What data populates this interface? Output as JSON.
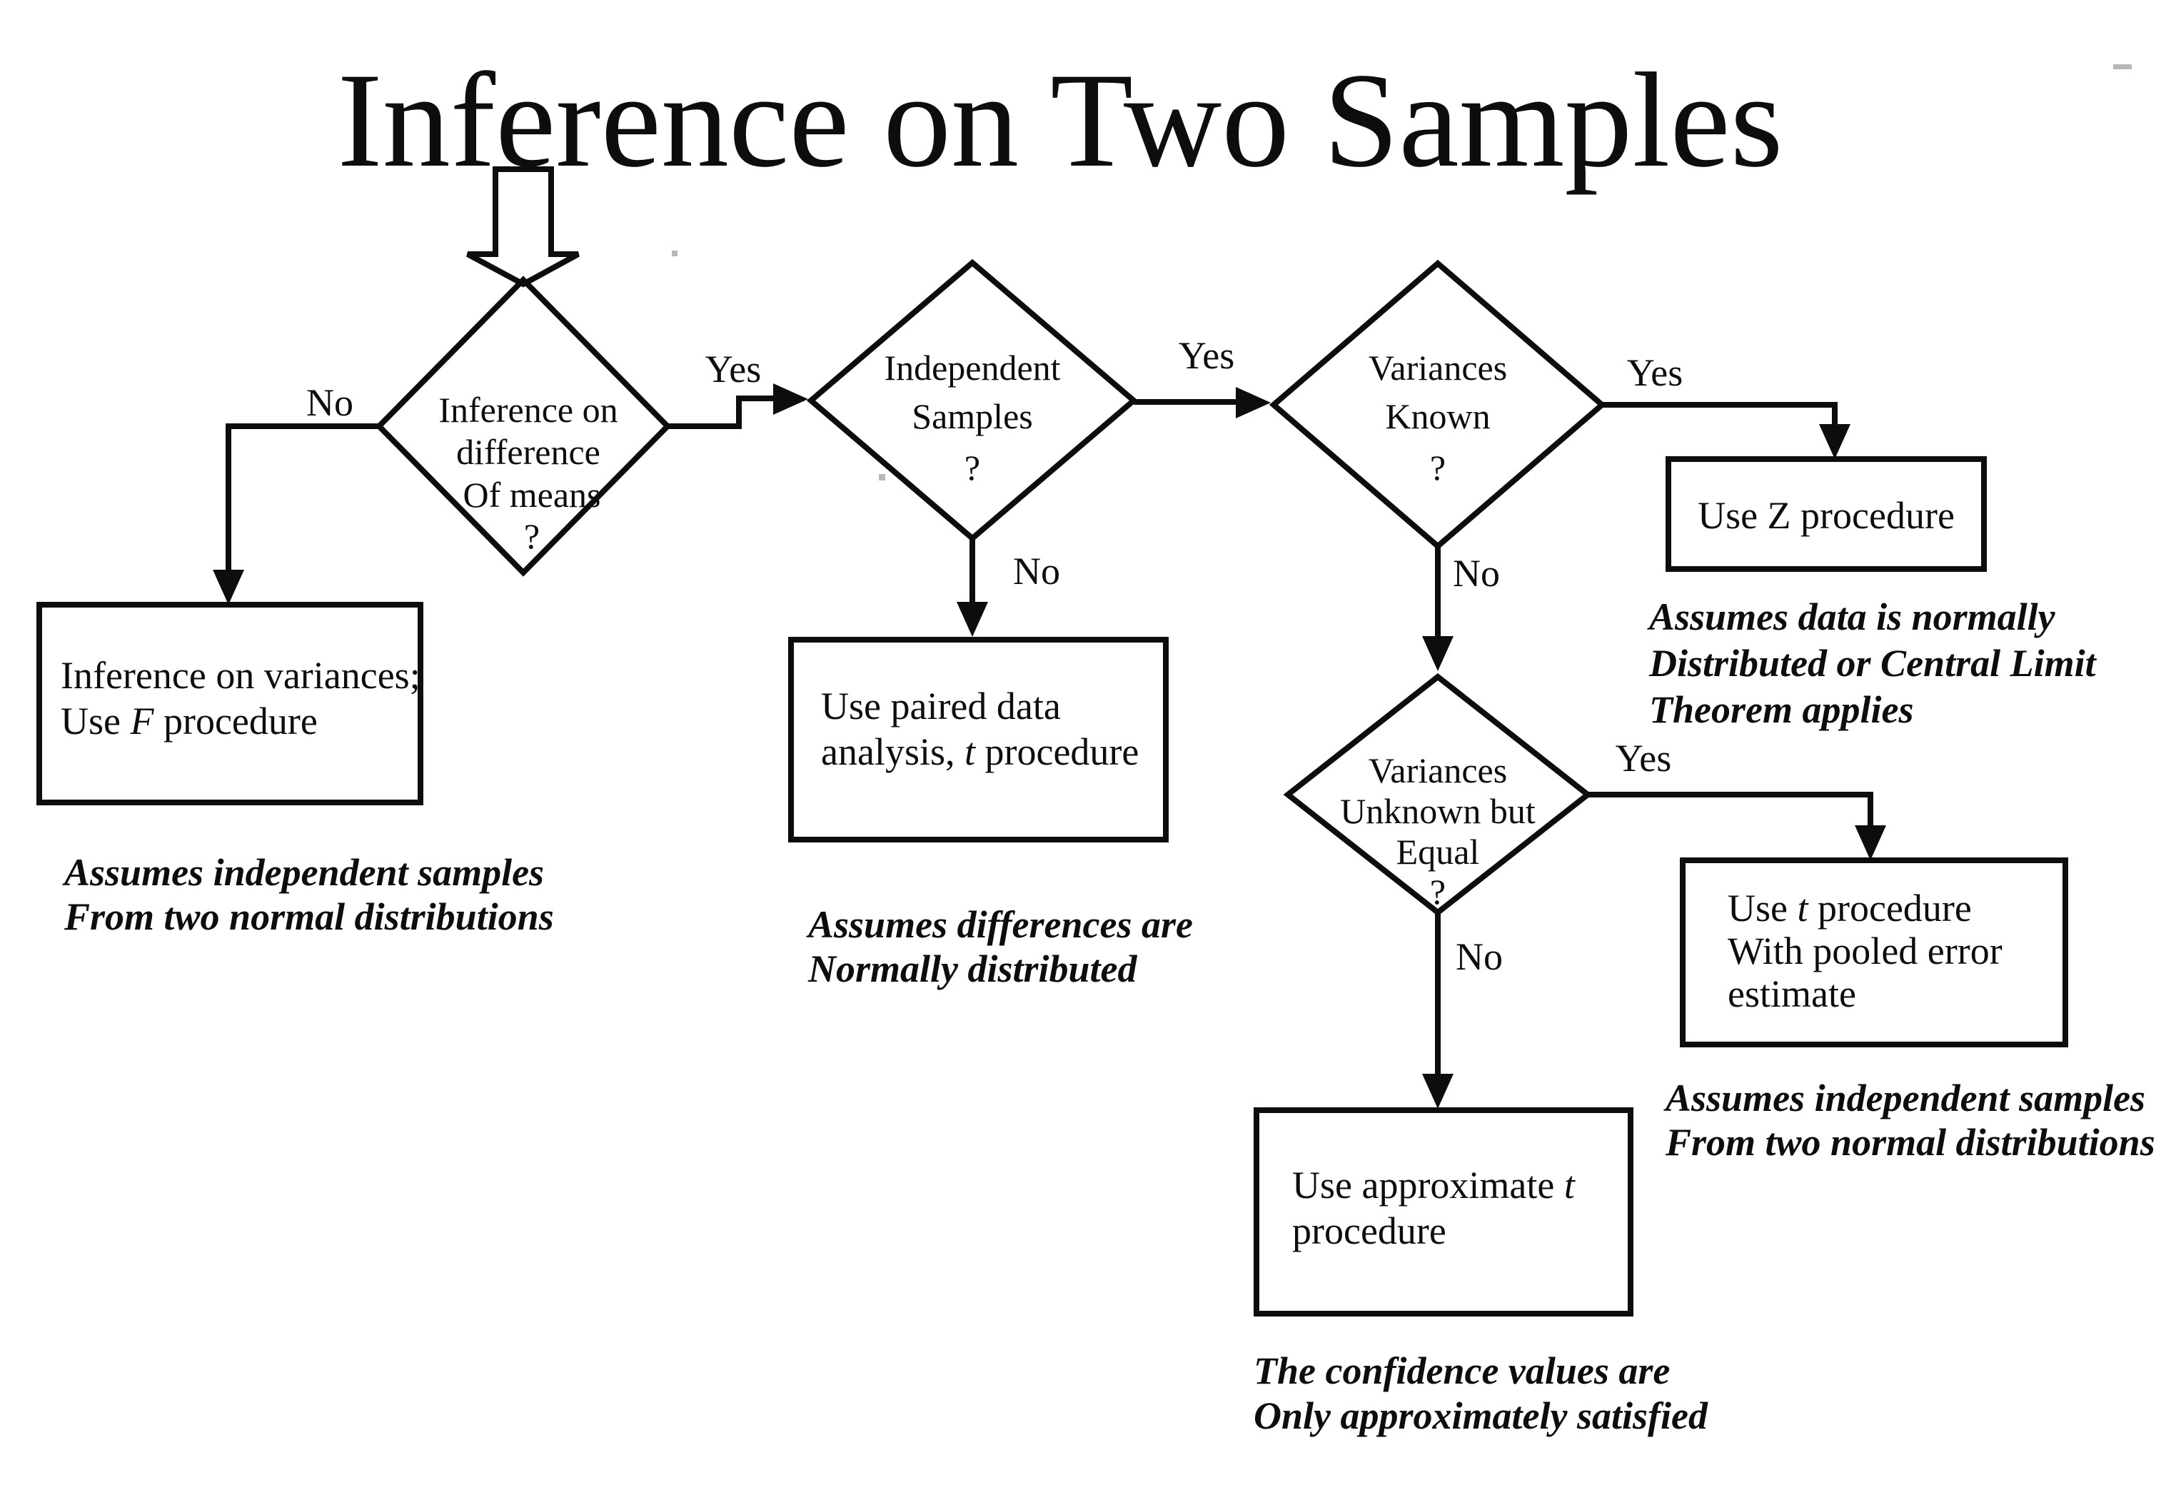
{
  "title": "Inference on Two Samples",
  "colors": {
    "ink": "#0d0d0d",
    "paper": "#ffffff"
  },
  "labels": {
    "yes": "Yes",
    "no": "No"
  },
  "nodes": {
    "decision_means": {
      "l1": "Inference on",
      "l2": "difference",
      "l3": "Of means",
      "l4": "?"
    },
    "decision_independent": {
      "l1": "Independent",
      "l2": "Samples",
      "l3": "?"
    },
    "decision_var_known": {
      "l1": "Variances",
      "l2": "Known",
      "l3": "?"
    },
    "decision_var_equal": {
      "l1": "Variances",
      "l2": "Unknown but",
      "l3": "Equal",
      "l4": "?"
    },
    "box_f": {
      "l1": "Inference on variances;",
      "l2a": "Use ",
      "l2b": "F",
      "l2c": " procedure"
    },
    "box_paired": {
      "l1": "Use paired data",
      "l2a": "analysis, ",
      "l2b": "t",
      "l2c": " procedure"
    },
    "box_z": {
      "l1": "Use Z procedure"
    },
    "box_pooled": {
      "l1a": "Use ",
      "l1b": "t",
      "l1c": " procedure",
      "l2": "With pooled error",
      "l3": "estimate"
    },
    "box_approx": {
      "l1a": "Use approximate ",
      "l1b": "t",
      "l2": "procedure"
    }
  },
  "captions": {
    "f": [
      "Assumes independent samples",
      "From two normal distributions"
    ],
    "paired": [
      "Assumes differences are",
      "Normally distributed"
    ],
    "z": [
      "Assumes data is normally",
      "Distributed or Central Limit",
      "Theorem applies"
    ],
    "pooled": [
      "Assumes independent samples",
      "From two normal distributions"
    ],
    "approx": [
      "The confidence values are",
      "Only approximately satisfied"
    ]
  }
}
